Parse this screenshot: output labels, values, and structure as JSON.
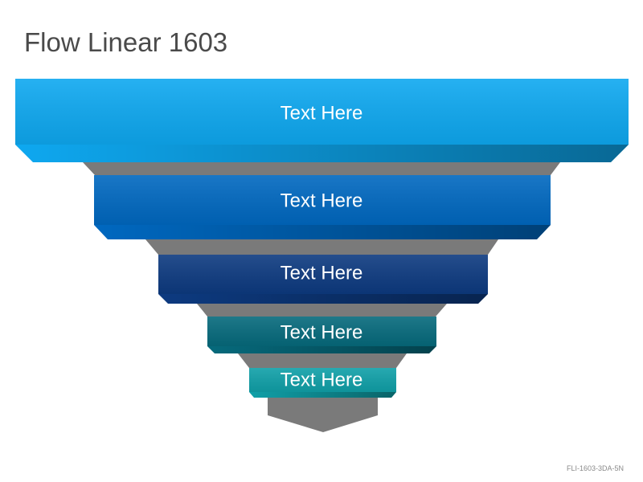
{
  "title": "Flow Linear 1603",
  "stages": [
    {
      "label": "Text Here",
      "color": "#0ea8f0"
    },
    {
      "label": "Text Here",
      "color": "#0068c0"
    },
    {
      "label": "Text Here",
      "color": "#0d3a80"
    },
    {
      "label": "Text Here",
      "color": "#066a7c"
    },
    {
      "label": "Text Here",
      "color": "#10a0a8"
    }
  ],
  "connector_color": "#7a7a7a",
  "footer_code": "FLI-1603-3DA-5N"
}
